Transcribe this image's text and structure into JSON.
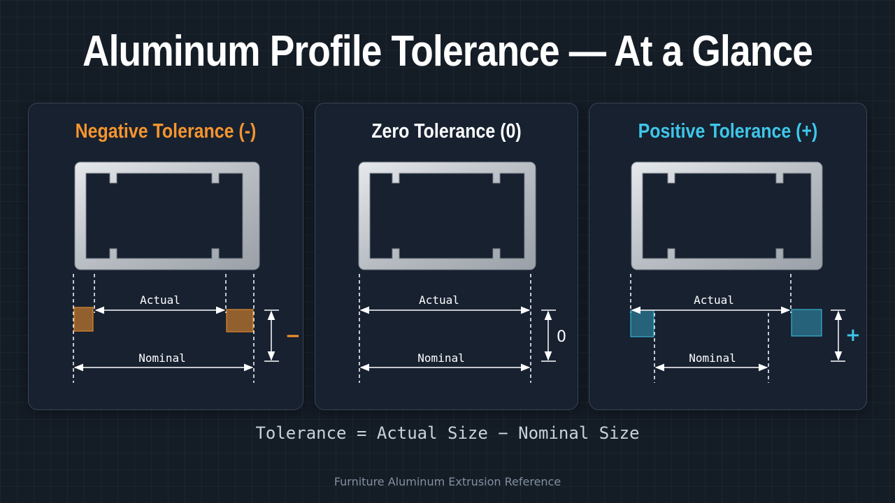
{
  "title": "Aluminum Profile Tolerance — At a Glance",
  "panels": {
    "negative": {
      "title": "Negative Tolerance (-)",
      "actual": "Actual",
      "nominal": "Nominal",
      "sign": "−"
    },
    "zero": {
      "title": "Zero Tolerance (0)",
      "actual": "Actual",
      "nominal": "Nominal",
      "sign": "0"
    },
    "positive": {
      "title": "Positive Tolerance (+)",
      "actual": "Actual",
      "nominal": "Nominal",
      "sign": "+"
    }
  },
  "formula": "Tolerance = Actual Size − Nominal Size",
  "footer": "Furniture Aluminum Extrusion Reference",
  "colors": {
    "negative": "#f5952e",
    "positive": "#3ec6e8",
    "neutral": "#ffffff",
    "background": "#141c26"
  }
}
